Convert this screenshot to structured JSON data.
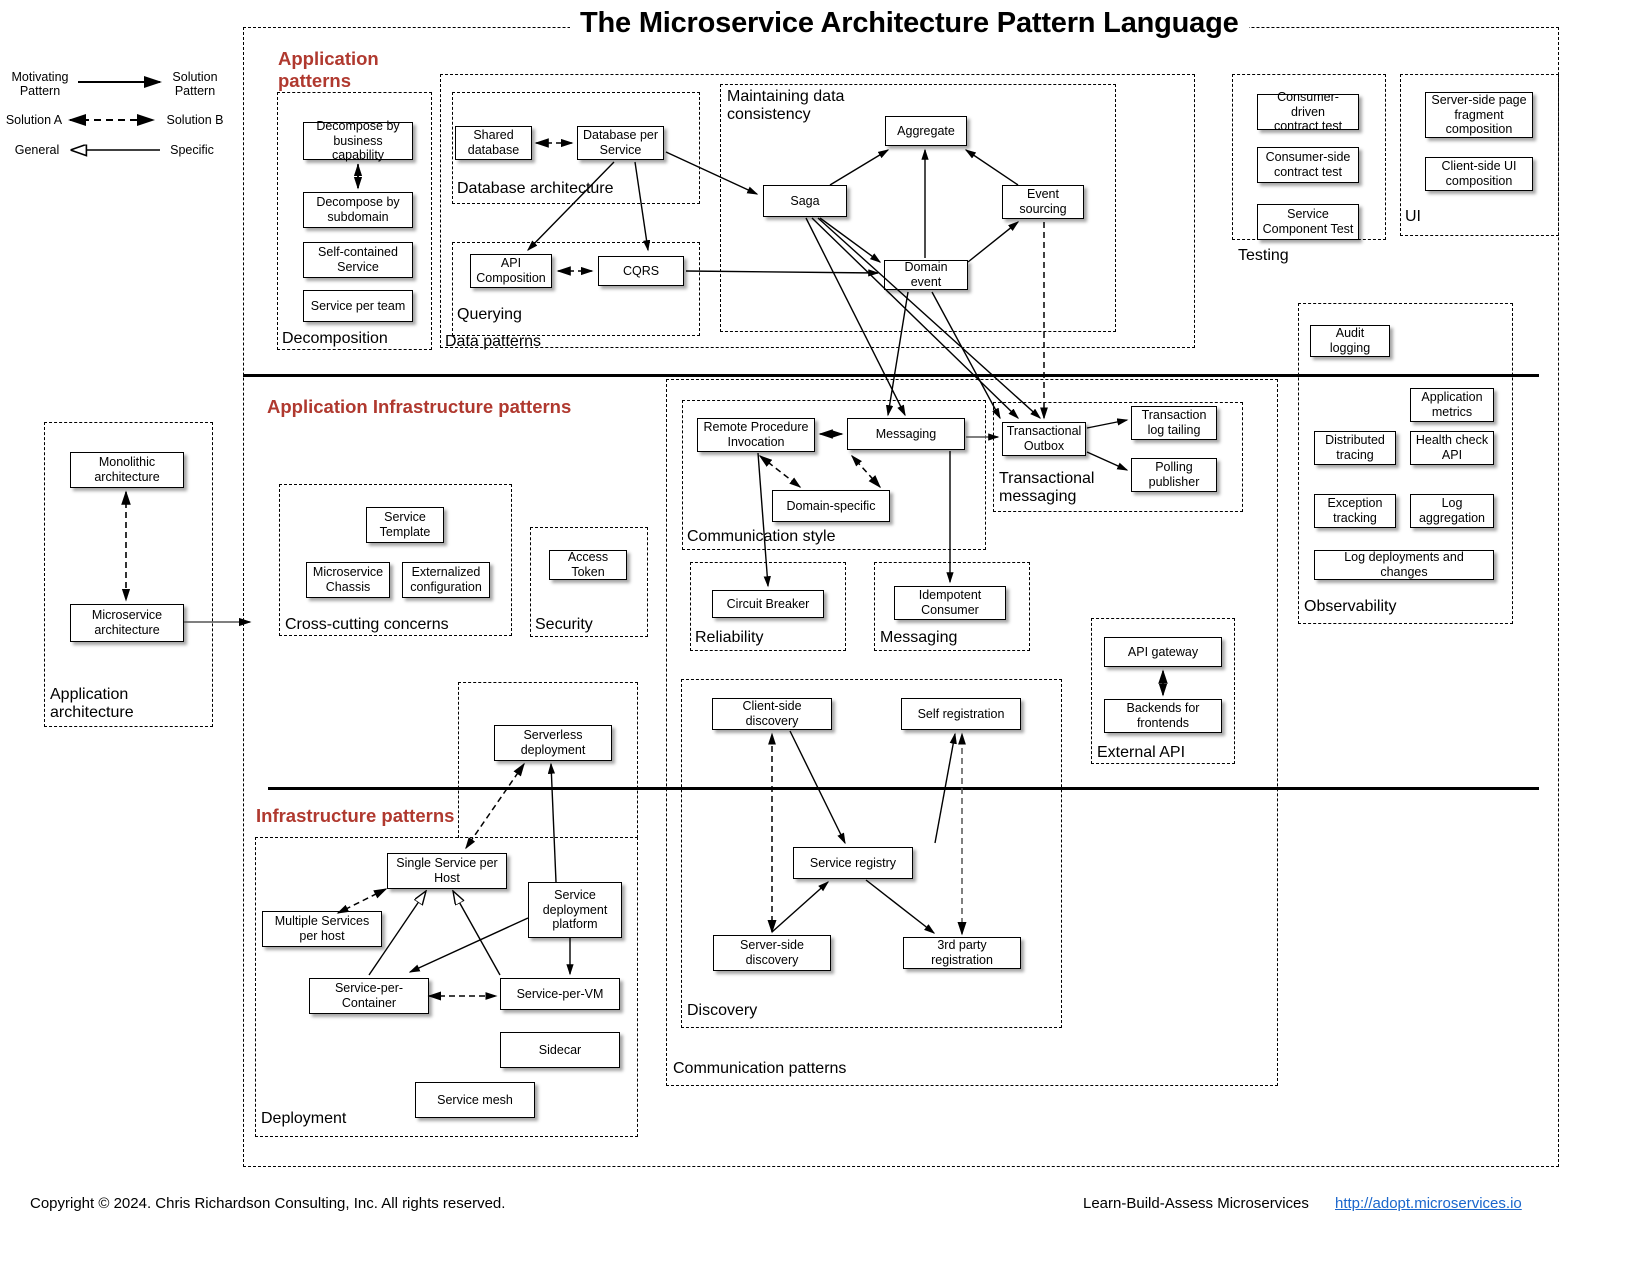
{
  "title": "The Microservice Architecture Pattern Language",
  "accent_color": "#b0392f",
  "link_color": "#1a66cc",
  "legend": {
    "rows": [
      {
        "from": "Motivating\nPattern",
        "to": "Solution\nPattern",
        "style": "solid-arrow"
      },
      {
        "from": "Solution A",
        "to": "Solution B",
        "style": "dashed-double-arrow"
      },
      {
        "from": "General",
        "to": "Specific",
        "style": "hollow-arrow"
      }
    ]
  },
  "bands": [
    {
      "id": "application",
      "label": "Application\npatterns"
    },
    {
      "id": "app-infrastructure",
      "label": "Application Infrastructure patterns"
    },
    {
      "id": "infrastructure",
      "label": "Infrastructure patterns"
    }
  ],
  "groups": [
    {
      "id": "decomposition",
      "label": "Decomposition"
    },
    {
      "id": "data-patterns",
      "label": "Data patterns"
    },
    {
      "id": "database-architecture",
      "label": "Database architecture"
    },
    {
      "id": "querying",
      "label": "Querying"
    },
    {
      "id": "maintaining-data-consistency",
      "label": "Maintaining data\nconsistency"
    },
    {
      "id": "testing",
      "label": "Testing"
    },
    {
      "id": "ui",
      "label": "UI"
    },
    {
      "id": "observability",
      "label": "Observability"
    },
    {
      "id": "application-architecture",
      "label": "Application\narchitecture"
    },
    {
      "id": "cross-cutting-concerns",
      "label": "Cross-cutting concerns"
    },
    {
      "id": "security",
      "label": "Security"
    },
    {
      "id": "communication-patterns",
      "label": "Communication patterns"
    },
    {
      "id": "communication-style",
      "label": "Communication style"
    },
    {
      "id": "transactional-messaging",
      "label": "Transactional\nmessaging"
    },
    {
      "id": "reliability",
      "label": "Reliability"
    },
    {
      "id": "messaging-group",
      "label": "Messaging"
    },
    {
      "id": "discovery",
      "label": "Discovery"
    },
    {
      "id": "external-api",
      "label": "External API"
    },
    {
      "id": "deployment",
      "label": "Deployment"
    }
  ],
  "boxes": {
    "decompose_business_capability": "Decompose by\nbusiness capability",
    "decompose_subdomain": "Decompose by\nsubdomain",
    "self_contained_service": "Self-contained\nService",
    "service_per_team": "Service per team",
    "shared_database": "Shared\ndatabase",
    "database_per_service": "Database per\nService",
    "api_composition": "API\nComposition",
    "cqrs": "CQRS",
    "aggregate": "Aggregate",
    "saga": "Saga",
    "event_sourcing": "Event\nsourcing",
    "domain_event": "Domain event",
    "consumer_driven_contract_test": "Consumer-driven\ncontract test",
    "consumer_side_contract_test": "Consumer-side\ncontract test",
    "service_component_test": "Service\nComponent Test",
    "server_side_page_fragment_composition": "Server-side page\nfragment\ncomposition",
    "client_side_ui_composition": "Client-side  UI\ncomposition",
    "audit_logging": "Audit logging",
    "application_metrics": "Application\nmetrics",
    "distributed_tracing": "Distributed\ntracing",
    "health_check_api": "Health check\nAPI",
    "exception_tracking": "Exception\ntracking",
    "log_aggregation": "Log\naggregation",
    "log_deployments_and_changes": "Log deployments and changes",
    "monolithic_architecture": "Monolithic\narchitecture",
    "microservice_architecture": "Microservice\narchitecture",
    "service_template": "Service\nTemplate",
    "microservice_chassis": "Microservice\nChassis",
    "externalized_configuration": "Externalized\nconfiguration",
    "access_token": "Access Token",
    "remote_procedure_invocation": "Remote Procedure\nInvocation",
    "messaging": "Messaging",
    "domain_specific": "Domain-specific",
    "transactional_outbox": "Transactional\nOutbox",
    "transaction_log_tailing": "Transaction\nlog tailing",
    "polling_publisher": "Polling\npublisher",
    "circuit_breaker": "Circuit Breaker",
    "idempotent_consumer": "Idempotent\nConsumer",
    "api_gateway": "API gateway",
    "backends_for_frontends": "Backends for\nfrontends",
    "client_side_discovery": "Client-side discovery",
    "self_registration": "Self registration",
    "service_registry": "Service registry",
    "server_side_discovery": "Server-side\ndiscovery",
    "third_party_registration": "3rd party registration",
    "serverless_deployment": "Serverless\ndeployment",
    "single_service_per_host": "Single Service per\nHost",
    "multiple_services_per_host": "Multiple Services\nper host",
    "service_deployment_platform": "Service\ndeployment\nplatform",
    "service_per_container": "Service-per-\nContainer",
    "service_per_vm": "Service-per-VM",
    "sidecar": "Sidecar",
    "service_mesh": "Service mesh"
  },
  "footer": {
    "copyright": "Copyright © 2024. Chris Richardson Consulting, Inc. All rights reserved.",
    "tagline": "Learn-Build-Assess Microservices",
    "link": "http://adopt.microservices.io"
  }
}
